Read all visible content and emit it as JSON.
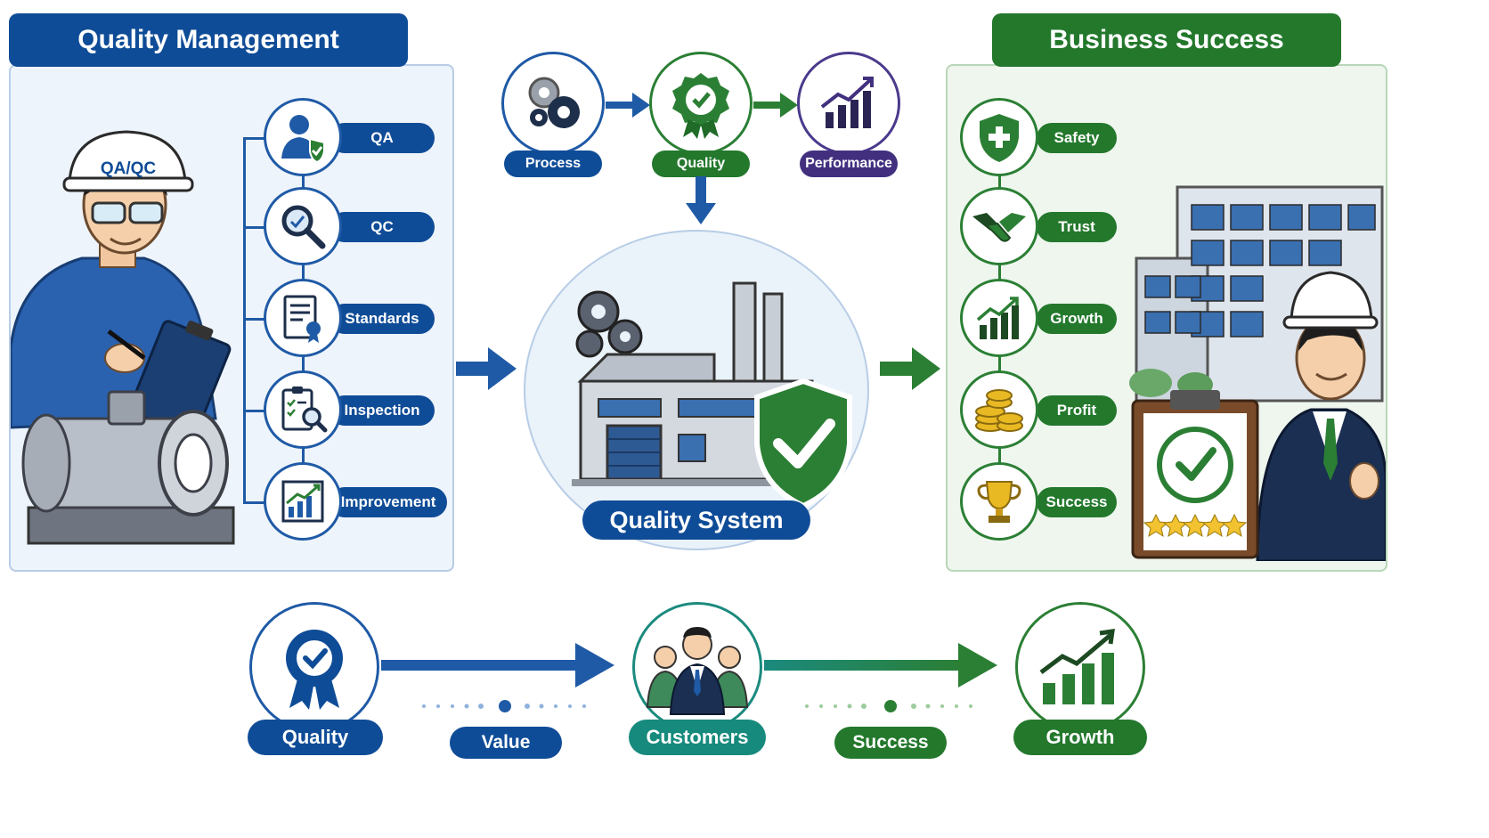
{
  "left_panel": {
    "title": "Quality Management",
    "hardhat_text": "QA/QC",
    "items": [
      {
        "label": "QA",
        "icon": "user-shield-icon"
      },
      {
        "label": "QC",
        "icon": "magnifier-icon"
      },
      {
        "label": "Standards",
        "icon": "document-certificate-icon"
      },
      {
        "label": "Inspection",
        "icon": "checklist-search-icon"
      },
      {
        "label": "Improvement",
        "icon": "growth-chart-icon"
      }
    ]
  },
  "top_flow": {
    "steps": [
      {
        "label": "Process",
        "icon": "gears-icon"
      },
      {
        "label": "Quality",
        "icon": "badge-check-icon"
      },
      {
        "label": "Performance",
        "icon": "chart-up-icon"
      }
    ]
  },
  "center": {
    "label": "Quality System"
  },
  "right_panel": {
    "title": "Business Success",
    "items": [
      {
        "label": "Safety",
        "icon": "shield-plus-icon"
      },
      {
        "label": "Trust",
        "icon": "handshake-icon"
      },
      {
        "label": "Growth",
        "icon": "bar-chart-icon"
      },
      {
        "label": "Profit",
        "icon": "coins-icon"
      },
      {
        "label": "Success",
        "icon": "trophy-icon"
      }
    ],
    "rating_stars": 5
  },
  "bottom_flow": {
    "nodes": [
      {
        "label": "Quality",
        "icon": "award-badge-icon"
      },
      {
        "label": "Customers",
        "icon": "people-icon"
      },
      {
        "label": "Growth",
        "icon": "growth-chart-icon"
      }
    ],
    "connectors": [
      {
        "label": "Value"
      },
      {
        "label": "Success"
      }
    ]
  },
  "colors": {
    "blue": "#0f4c97",
    "green": "#23782c",
    "purple": "#42307f",
    "teal": "#168a7d"
  }
}
